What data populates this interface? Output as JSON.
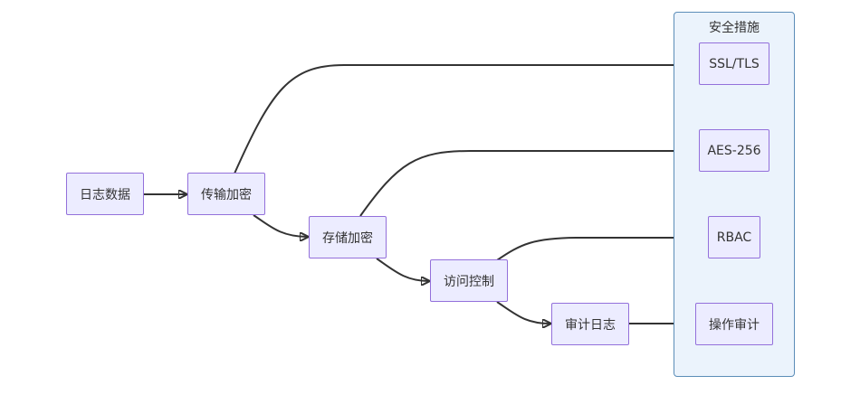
{
  "diagram": {
    "security_group": {
      "title": "安全措施"
    },
    "nodes": {
      "log_data": "日志数据",
      "transport_encryption": "传输加密",
      "storage_encryption": "存储加密",
      "access_control": "访问控制",
      "audit_log": "审计日志",
      "ssl_tls": "SSL/TLS",
      "aes_256": "AES-256",
      "rbac": "RBAC",
      "operation_audit": "操作审计"
    },
    "edges": [
      {
        "from": "log_data",
        "to": "transport_encryption"
      },
      {
        "from": "transport_encryption",
        "to": "storage_encryption"
      },
      {
        "from": "storage_encryption",
        "to": "access_control"
      },
      {
        "from": "access_control",
        "to": "audit_log"
      },
      {
        "from": "transport_encryption",
        "to": "ssl_tls"
      },
      {
        "from": "storage_encryption",
        "to": "aes_256"
      },
      {
        "from": "access_control",
        "to": "rbac"
      },
      {
        "from": "audit_log",
        "to": "operation_audit"
      }
    ],
    "colors": {
      "node_fill": "#ECECFF",
      "node_border": "#9370DB",
      "cluster_fill": "#EBF3FC",
      "cluster_border": "#5B8DB8",
      "edge": "#333333",
      "text": "#333333"
    }
  }
}
